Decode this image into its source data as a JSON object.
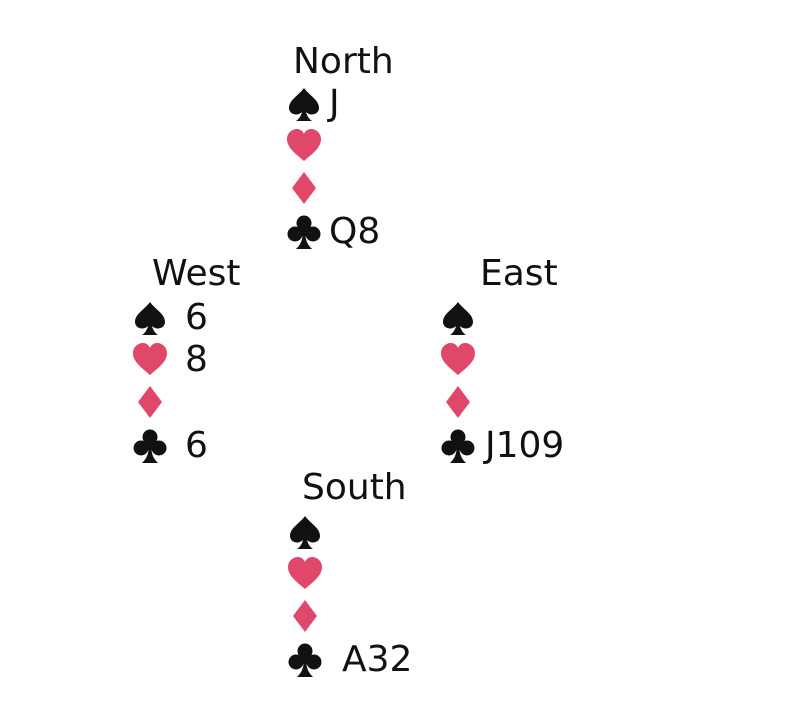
{
  "colors": {
    "black_suit": "#111111",
    "red_suit": "#e0486b"
  },
  "hands": {
    "north": {
      "name": "North",
      "spades": "J",
      "hearts": "",
      "diamonds": "",
      "clubs": "Q8"
    },
    "west": {
      "name": "West",
      "spades": "6",
      "hearts": "8",
      "diamonds": "",
      "clubs": "6"
    },
    "east": {
      "name": "East",
      "spades": "",
      "hearts": "",
      "diamonds": "",
      "clubs": "J109"
    },
    "south": {
      "name": "South",
      "spades": "",
      "hearts": "",
      "diamonds": "",
      "clubs": "A32"
    }
  }
}
